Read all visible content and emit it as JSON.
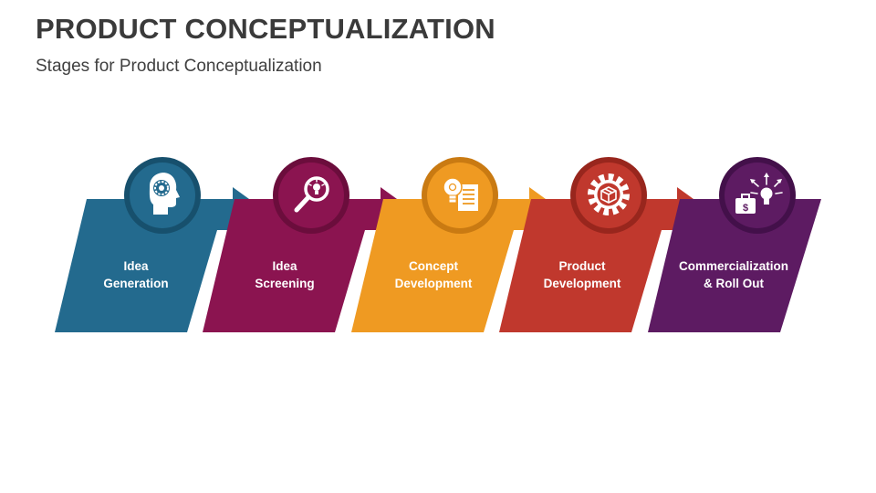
{
  "header": {
    "title": "PRODUCT CONCEPTUALIZATION",
    "subtitle": "Stages for Product Conceptualization"
  },
  "stages": [
    {
      "line1": "Idea",
      "line2": "Generation",
      "color": "#236a8e",
      "dark": "#17506d",
      "icon": "head-gear-icon"
    },
    {
      "line1": "Idea",
      "line2": "Screening",
      "color": "#8b1450",
      "dark": "#6b0d3c",
      "icon": "magnifier-bulb-icon"
    },
    {
      "line1": "Concept",
      "line2": "Development",
      "color": "#ef9a22",
      "dark": "#c97a12",
      "icon": "bulb-document-icon"
    },
    {
      "line1": "Product",
      "line2": "Development",
      "color": "#c0382d",
      "dark": "#98261d",
      "icon": "gear-box-icon"
    },
    {
      "line1": "Commercialization",
      "line2": "& Roll Out",
      "color": "#5d1b62",
      "dark": "#43104a",
      "icon": "briefcase-bulb-icon"
    }
  ]
}
